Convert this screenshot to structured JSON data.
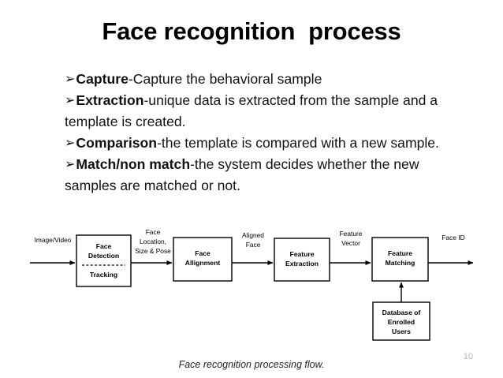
{
  "slide": {
    "title": "Face recognition  process",
    "page_number": "10",
    "background_color": "#ffffff",
    "title_color": "#000000",
    "page_number_color": "#b5b5b5"
  },
  "body": {
    "bullet_glyph": "➢",
    "lines": [
      {
        "lead": "Capture",
        "rest": "-Capture the behavioral sample"
      },
      {
        "lead": "Extraction",
        "rest": "-unique data is extracted from the sample and a template is created."
      },
      {
        "lead": "Comparison",
        "rest": "-the template is compared with a   new sample."
      },
      {
        "lead": "Match/non match",
        "rest": "-the system decides whether the new samples are matched or not."
      }
    ]
  },
  "diagram": {
    "caption": "Face recognition processing flow.",
    "boxes": [
      {
        "id": "face-detection",
        "lines": [
          "Face",
          "Detection",
          "Tracking"
        ],
        "has_divider": true
      },
      {
        "id": "face-alignment",
        "lines": [
          "Face",
          "Allignment"
        ],
        "has_divider": false
      },
      {
        "id": "feature-extraction",
        "lines": [
          "Feature",
          "Extraction"
        ],
        "has_divider": false
      },
      {
        "id": "feature-matching",
        "lines": [
          "Feature",
          "Matching"
        ],
        "has_divider": false
      },
      {
        "id": "database-enrolled-users",
        "lines": [
          "Database of",
          "Enrolled",
          "Users"
        ],
        "has_divider": false
      }
    ],
    "edge_labels": [
      {
        "id": "input-label",
        "lines": [
          "Image/Video"
        ]
      },
      {
        "id": "face-location-label",
        "lines": [
          "Face",
          "Location,",
          "Size & Pose"
        ]
      },
      {
        "id": "aligned-face-label",
        "lines": [
          "Aligned",
          "Face"
        ]
      },
      {
        "id": "feature-vector-label",
        "lines": [
          "Feature",
          "Vector"
        ]
      },
      {
        "id": "face-id-label",
        "lines": [
          "Face ID"
        ]
      }
    ]
  }
}
